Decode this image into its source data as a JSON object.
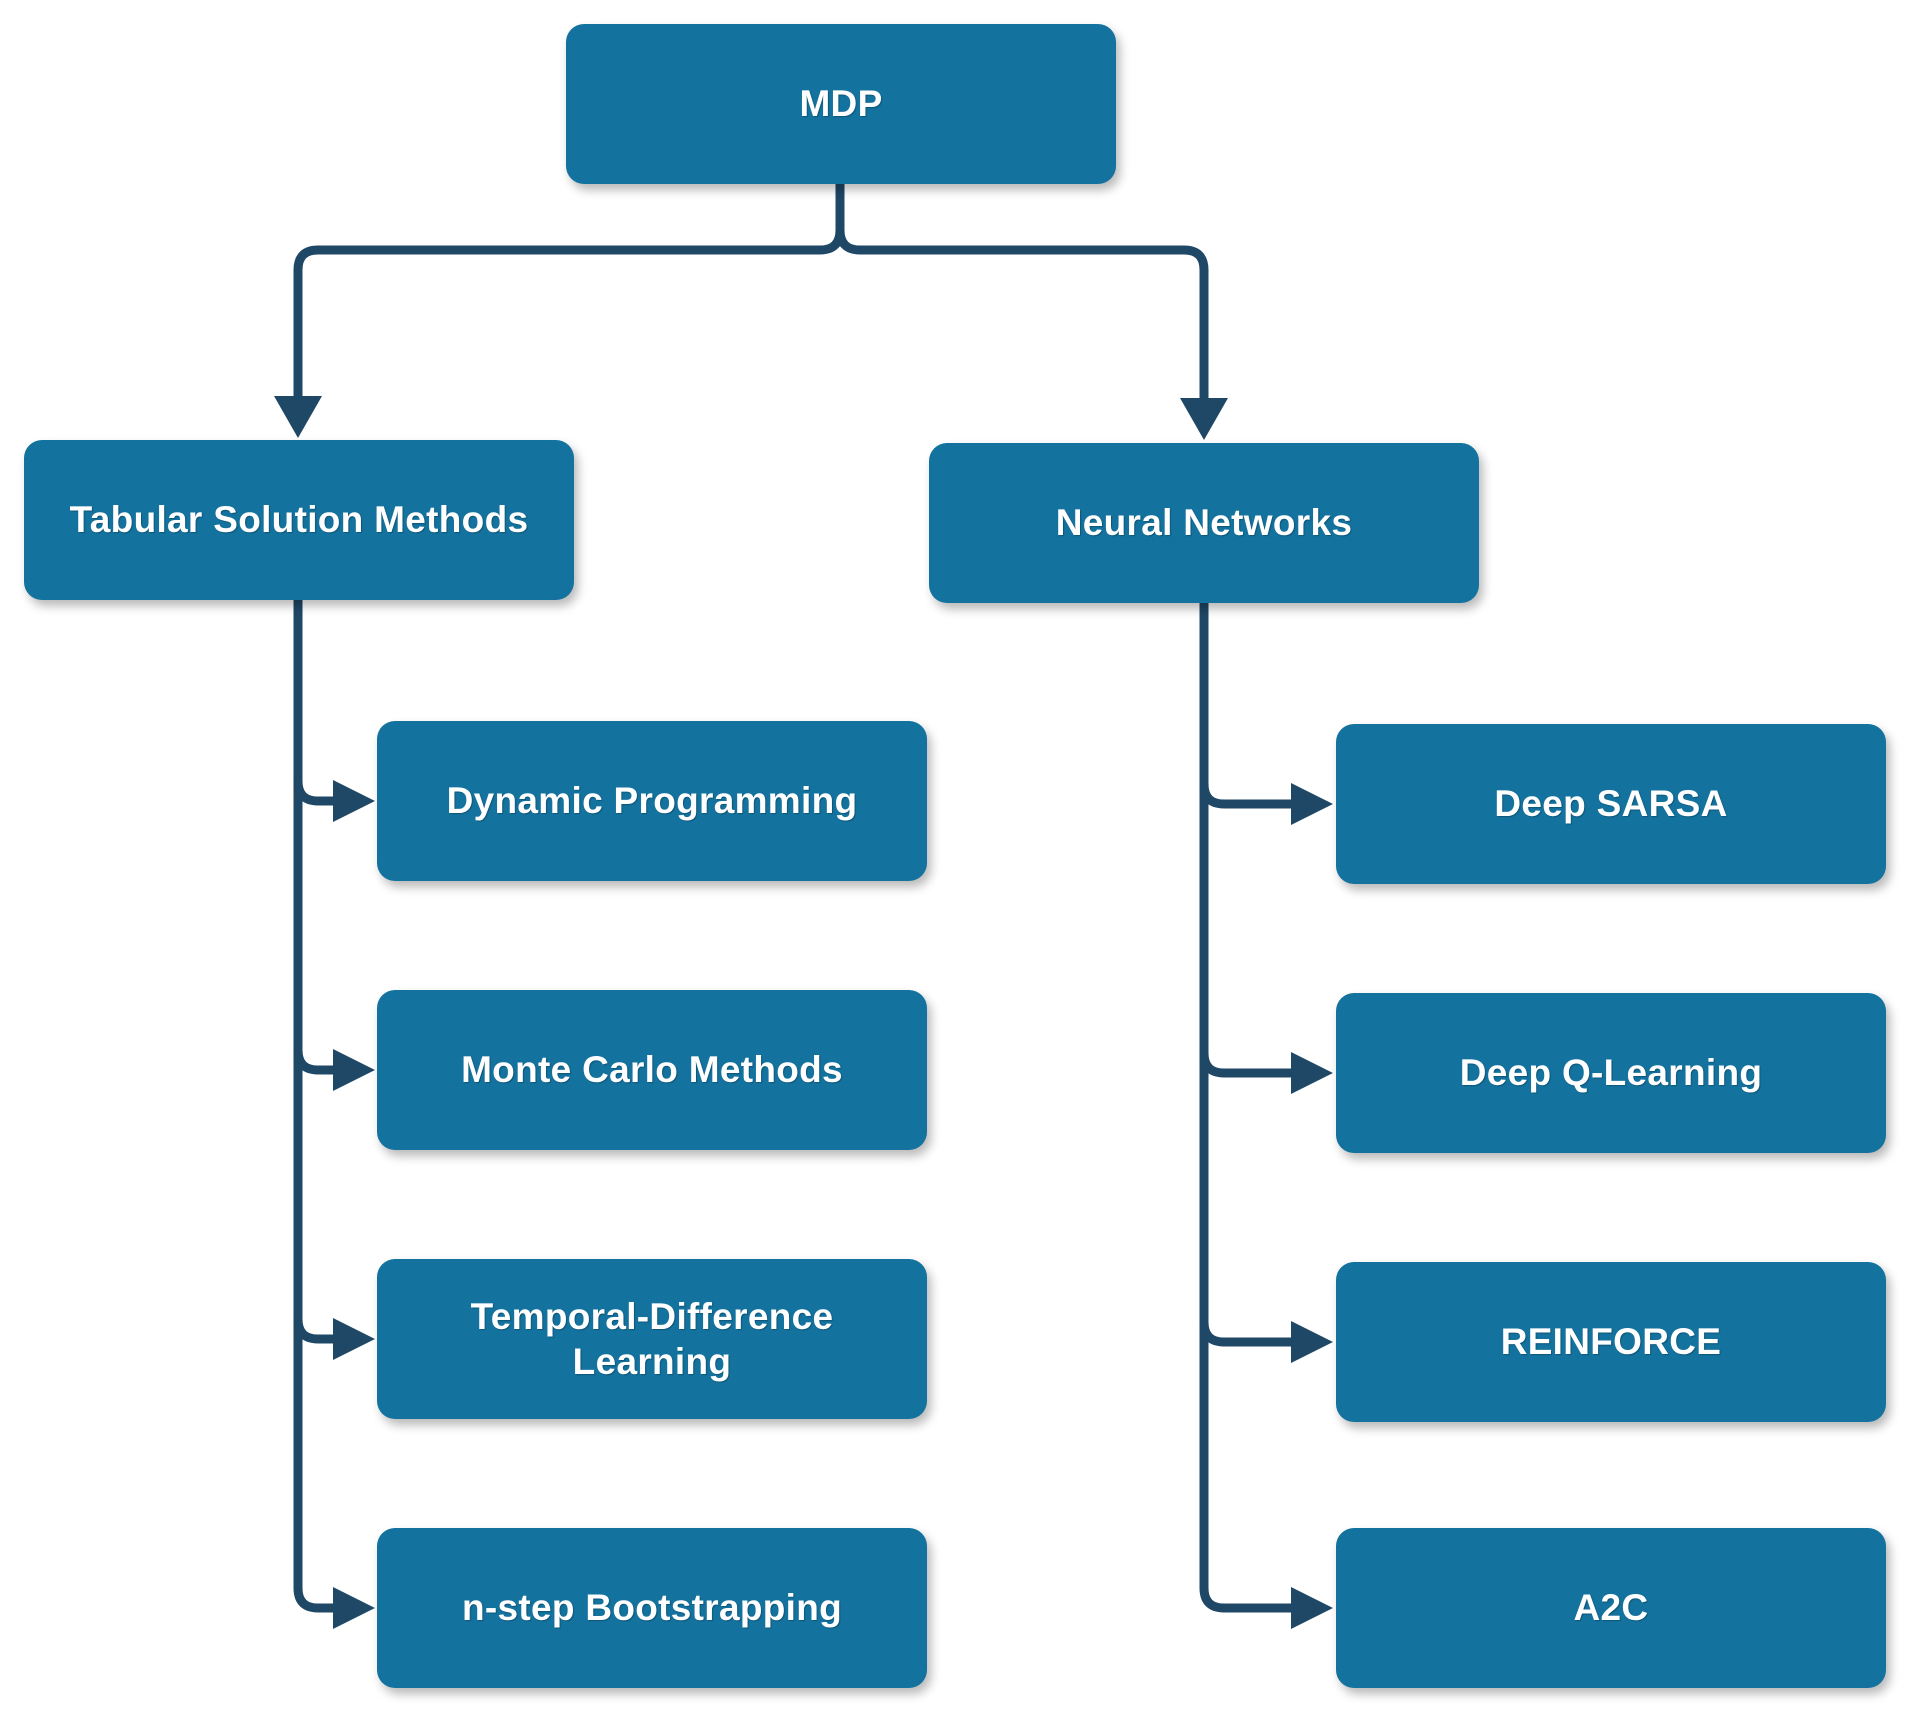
{
  "diagram": {
    "root": {
      "label": "MDP"
    },
    "branches": [
      {
        "label": "Tabular Solution Methods",
        "children": [
          {
            "label": "Dynamic Programming"
          },
          {
            "label": "Monte Carlo Methods"
          },
          {
            "label": "Temporal-Difference Learning"
          },
          {
            "label": "n-step Bootstrapping"
          }
        ]
      },
      {
        "label": "Neural Networks",
        "children": [
          {
            "label": "Deep SARSA"
          },
          {
            "label": "Deep Q-Learning"
          },
          {
            "label": "REINFORCE"
          },
          {
            "label": "A2C"
          }
        ]
      }
    ]
  },
  "colors": {
    "node_fill": "#13729e",
    "node_text": "#ffffff",
    "connector": "#1f4766"
  }
}
